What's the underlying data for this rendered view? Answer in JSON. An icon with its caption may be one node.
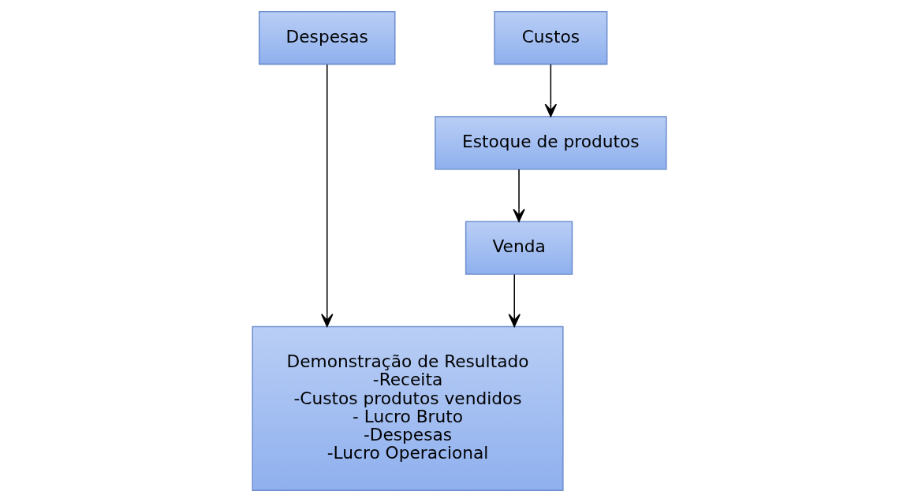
{
  "diagram": {
    "nodes": [
      {
        "text": [
          "Despesas"
        ]
      },
      {
        "text": [
          "Custos"
        ]
      },
      {
        "text": [
          "Estoque de produtos"
        ]
      },
      {
        "text": [
          "Venda"
        ]
      },
      {
        "text": [
          "Demonstração de Resultado",
          "-Receita",
          "-Custos produtos vendidos",
          "- Lucro Bruto",
          "-Despesas",
          "-Lucro Operacional"
        ]
      }
    ],
    "edges": [
      {
        "from": 1,
        "to": 2,
        "arrow": "to"
      },
      {
        "from": 2,
        "to": 3,
        "arrow": "to"
      },
      {
        "from": 3,
        "to": 4,
        "arrow": "to"
      },
      {
        "from": 0,
        "to": 4,
        "arrow": "to"
      }
    ]
  }
}
